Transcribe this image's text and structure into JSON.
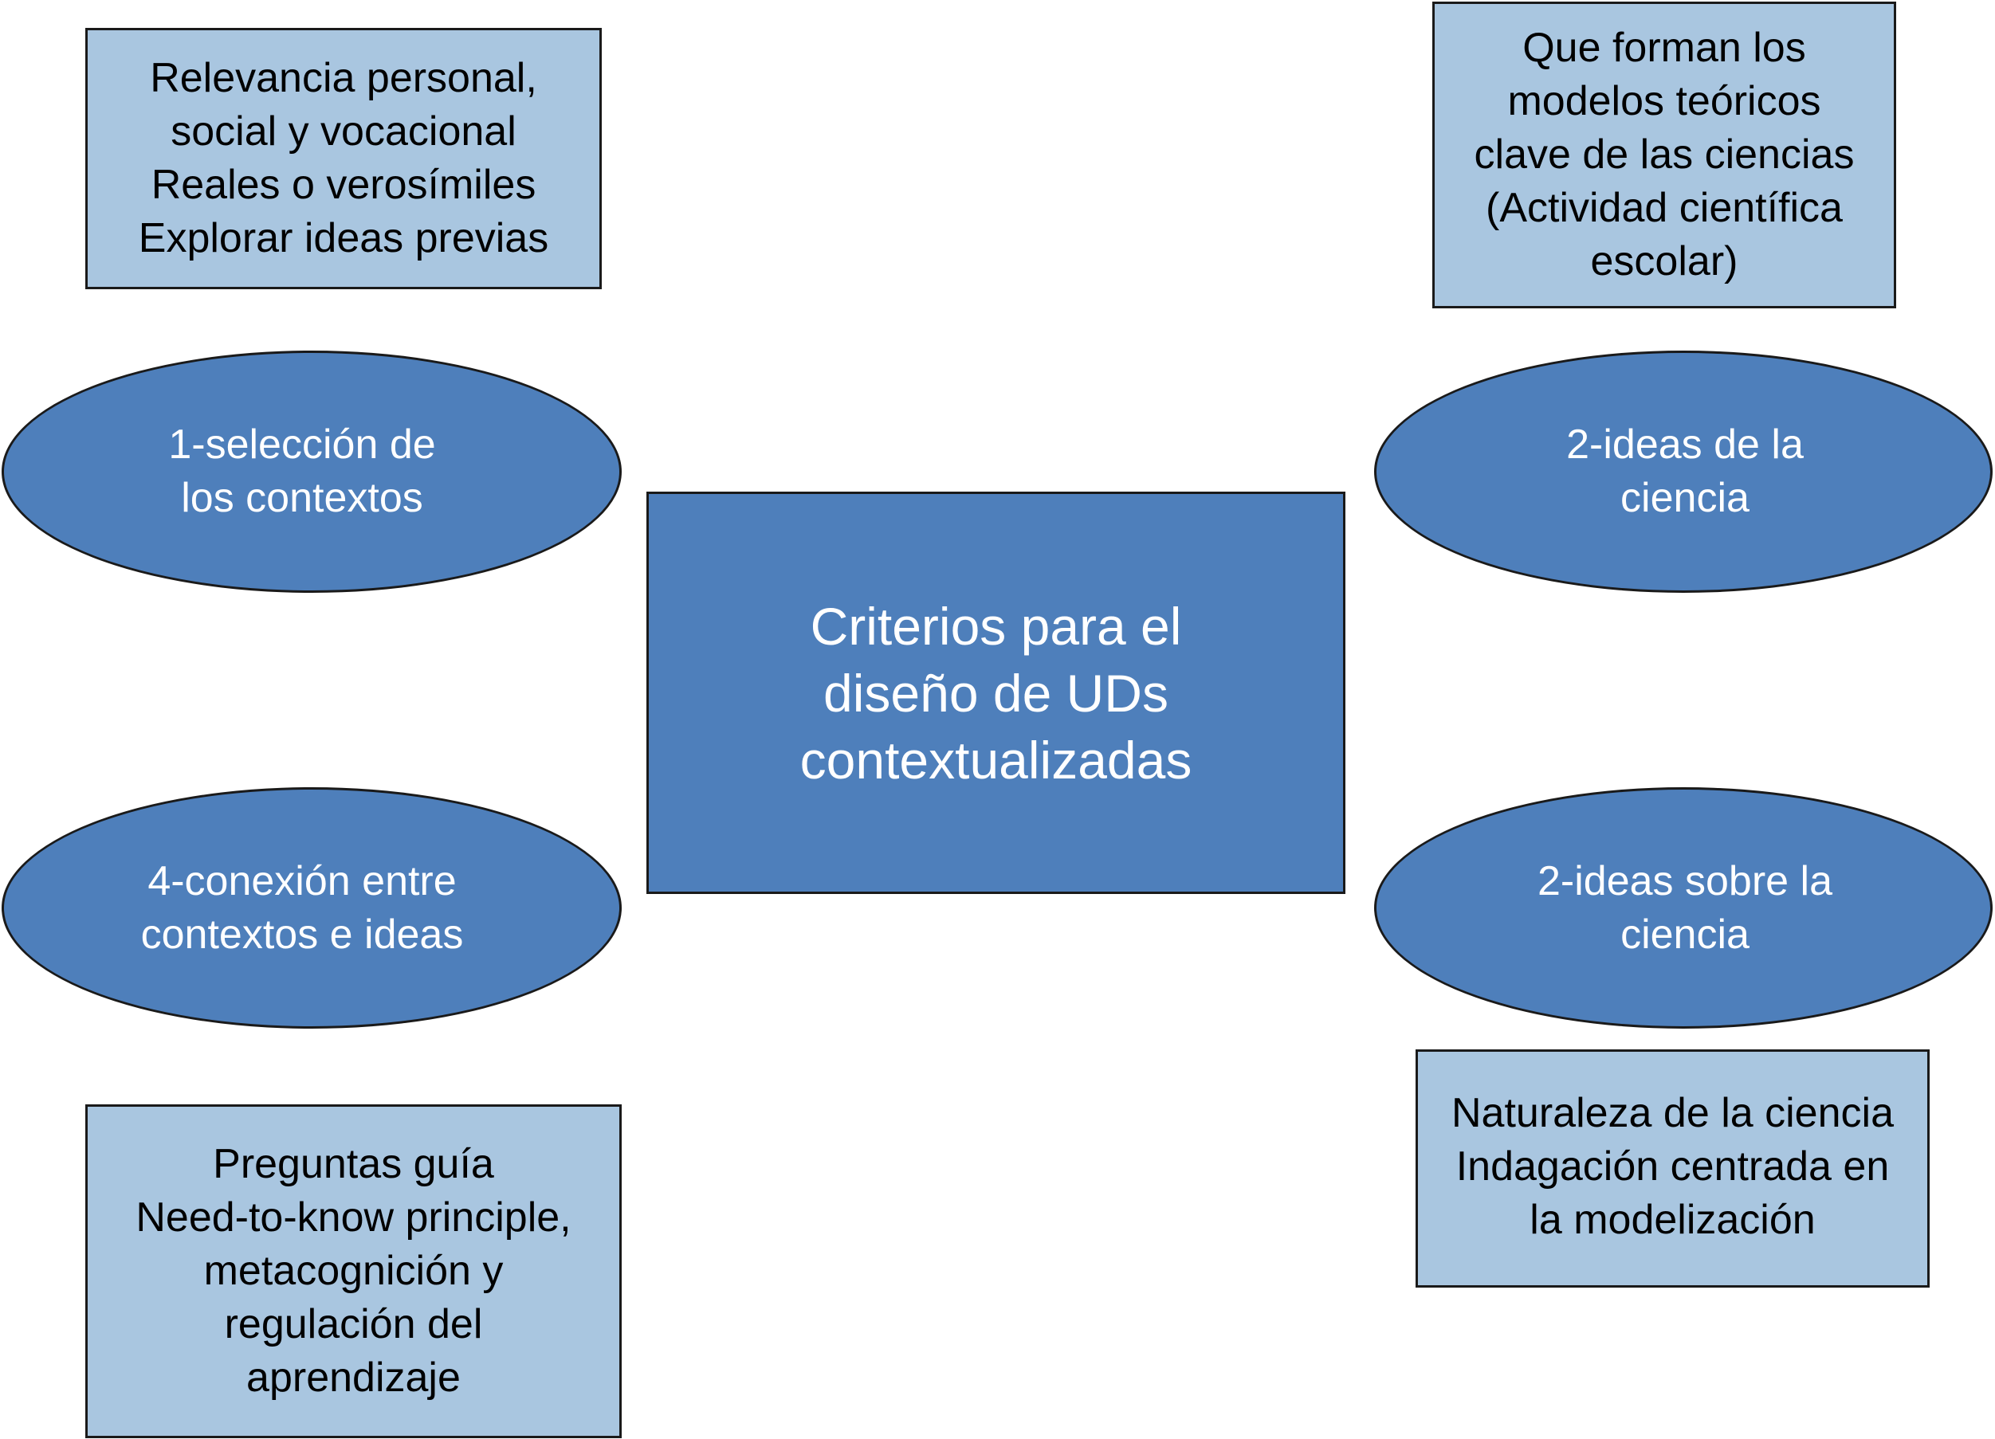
{
  "center": {
    "lines": [
      "Criterios para el",
      "diseño de UDs",
      "contextualizadas"
    ]
  },
  "criteria": [
    {
      "label": [
        "1-selección de",
        "los contextos"
      ],
      "detail": [
        "Relevancia personal,",
        "social y vocacional",
        "Reales o verosímiles",
        "Explorar ideas previas"
      ]
    },
    {
      "label": [
        "2-ideas de la",
        "ciencia"
      ],
      "detail": [
        "Que forman los",
        "modelos teóricos",
        "clave de las ciencias",
        "(Actividad científica",
        "escolar)"
      ]
    },
    {
      "label": [
        "2-ideas sobre la",
        "ciencia"
      ],
      "detail": [
        "Naturaleza de la ciencia",
        "Indagación centrada en",
        "la modelización"
      ]
    },
    {
      "label": [
        "4-conexión entre",
        "contextos e ideas"
      ],
      "detail": [
        "Preguntas guía",
        "Need-to-know principle,",
        "metacognición y",
        "regulación del",
        "aprendizaje"
      ]
    }
  ],
  "colors": {
    "node_fill": "#4e7fbb",
    "detail_fill": "#a9c6e0",
    "border": "#1a1a1a"
  }
}
